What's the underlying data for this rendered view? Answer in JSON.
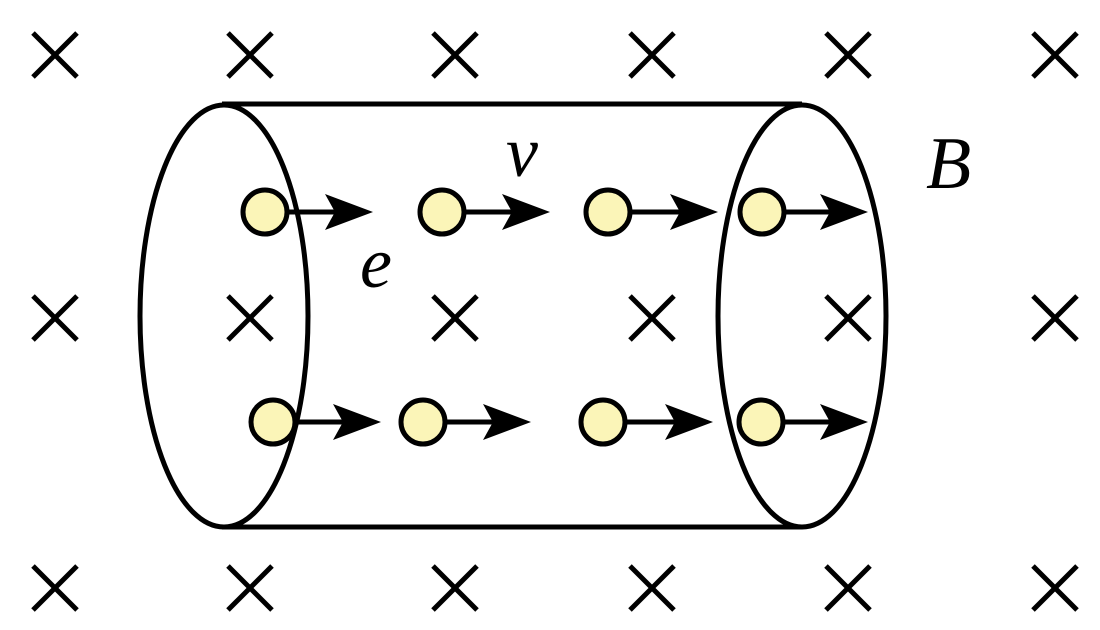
{
  "labels": {
    "velocity": "v",
    "electron": "e",
    "field": "B"
  },
  "colors": {
    "stroke": "#000000",
    "electron_fill": "#fbf5b8",
    "background": "#ffffff"
  },
  "icons": {
    "field_marker": "cross-into-page-icon",
    "charge": "electron-circle-icon",
    "direction": "arrow-right-icon"
  },
  "field": {
    "direction": "into-page"
  }
}
